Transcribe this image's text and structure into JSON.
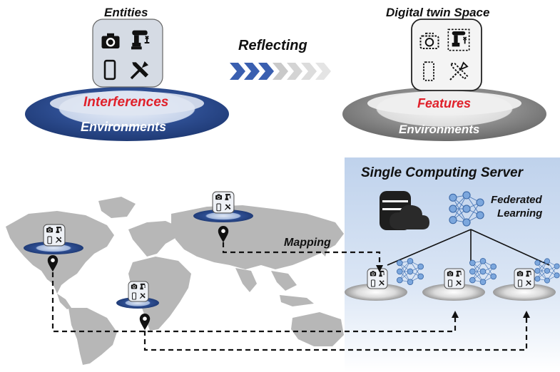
{
  "top": {
    "entities_title": "Entities",
    "reflecting_label": "Reflecting",
    "twin_title": "Digital twin Space",
    "interferences_label": "Interferences",
    "features_label": "Features",
    "env_left": "Environments",
    "env_right": "Environments"
  },
  "server": {
    "title": "Single Computing Server",
    "fl_label_line1": "Federated",
    "fl_label_line2": "Learning"
  },
  "map": {
    "mapping_label": "Mapping"
  },
  "colors": {
    "platform_blue": "#2f4f8f",
    "platform_gray": "#8c8c8c",
    "accent_red": "#e0202a",
    "server_bg": "#c9d9ee",
    "network_node": "#6f9fd8",
    "chevron_dark": "#3a5fb0",
    "chevron_light": "#cfcfcf"
  },
  "icons": [
    "camera-icon",
    "robot-arm-icon",
    "phone-icon",
    "tools-icon",
    "database-cloud-icon",
    "neural-network-icon",
    "map-pin-icon",
    "world-map"
  ]
}
